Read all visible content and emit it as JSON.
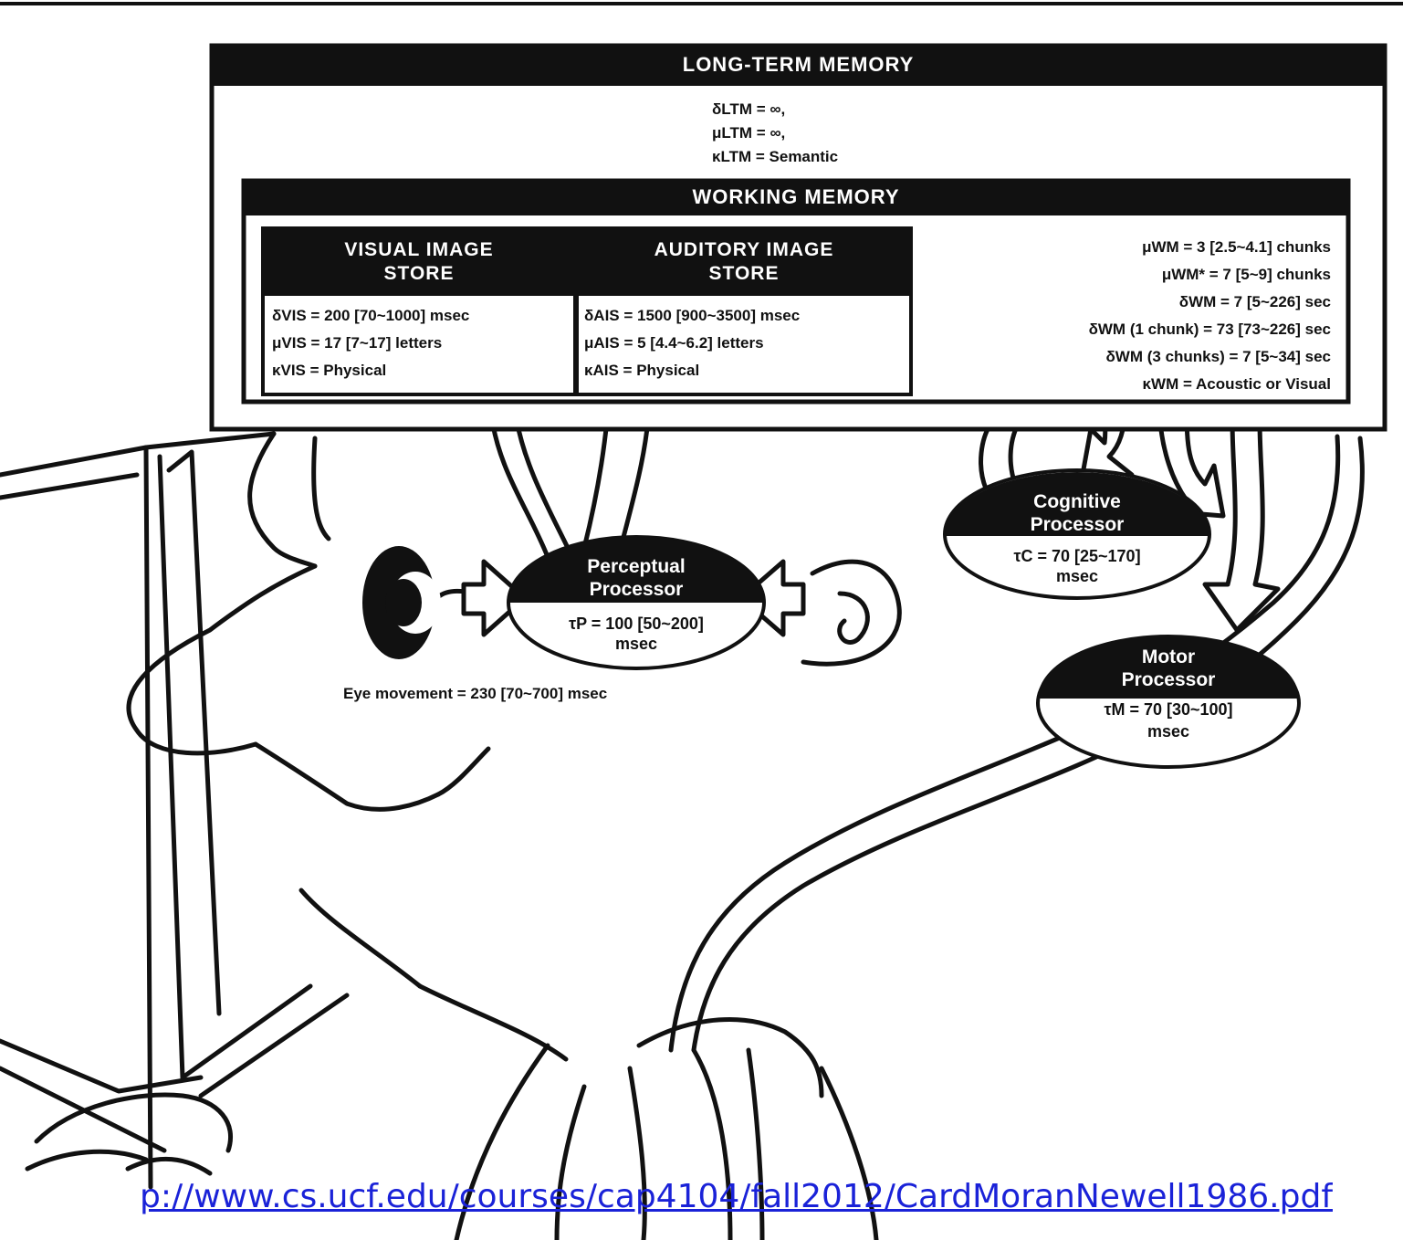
{
  "ltm": {
    "title": "LONG-TERM MEMORY",
    "delta": "δLTM = ∞,",
    "mu": "μLTM = ∞,",
    "kappa": "κLTM = Semantic"
  },
  "wm": {
    "title": "WORKING MEMORY",
    "params": [
      "μWM = 3 [2.5~4.1] chunks",
      "μWM* = 7 [5~9] chunks",
      "δWM = 7 [5~226] sec",
      "δWM (1 chunk) = 73 [73~226] sec",
      "δWM (3 chunks) = 7 [5~34] sec",
      "κWM = Acoustic or Visual"
    ]
  },
  "vis": {
    "title_line1": "VISUAL IMAGE",
    "title_line2": "STORE",
    "delta": "δVIS = 200 [70~1000] msec",
    "mu": "μVIS = 17 [7~17] letters",
    "kappa": "κVIS = Physical"
  },
  "ais": {
    "title_line1": "AUDITORY IMAGE",
    "title_line2": "STORE",
    "delta": "δAIS = 1500 [900~3500] msec",
    "mu": "μAIS = 5 [4.4~6.2] letters",
    "kappa": "κAIS = Physical"
  },
  "perceptual": {
    "title_line1": "Perceptual",
    "title_line2": "Processor",
    "tau": "τP = 100 [50~200]",
    "unit": "msec"
  },
  "cognitive": {
    "title_line1": "Cognitive",
    "title_line2": "Processor",
    "tau": "τC = 70 [25~170]",
    "unit": "msec"
  },
  "motor": {
    "title_line1": "Motor",
    "title_line2": "Processor",
    "tau": "τM = 70 [30~100]",
    "unit": "msec"
  },
  "eye_movement": "Eye movement = 230 [70~700] msec",
  "source_link": "p://www.cs.ucf.edu/courses/cap4104/fall2012/CardMoranNewell1986.pdf",
  "colors": {
    "ink": "#111111",
    "paper": "#ffffff",
    "link": "#1a22d8"
  }
}
